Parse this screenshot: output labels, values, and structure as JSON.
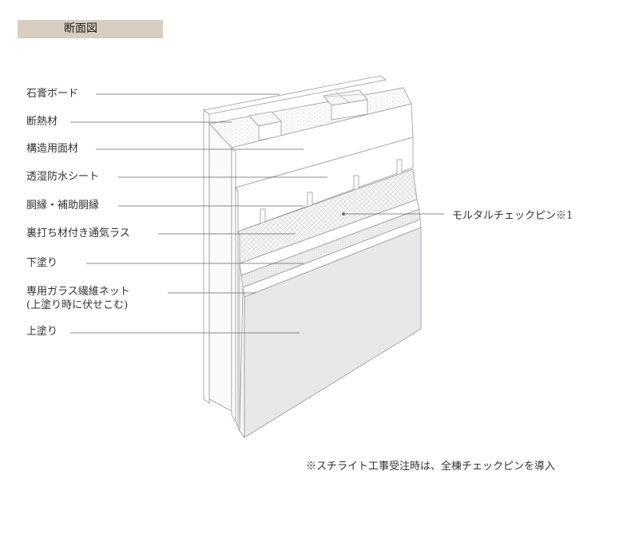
{
  "title": "断面図",
  "labels": [
    {
      "text": "石膏ボード"
    },
    {
      "text": "断熱材"
    },
    {
      "text": "構造用面材"
    },
    {
      "text": "透湿防水シート"
    },
    {
      "text": "胴縁・補助胴縁"
    },
    {
      "text": "裏打ち材付き通気ラス"
    },
    {
      "text": "下塗り"
    },
    {
      "text": "専用ガラス繊維ネット",
      "sub": "(上塗り時に伏せこむ)"
    },
    {
      "text": "上塗り"
    }
  ],
  "right_label": "モルタルチェックピン※1",
  "footnote": "※スチライト工事受注時は、全棟チェックピンを導入"
}
